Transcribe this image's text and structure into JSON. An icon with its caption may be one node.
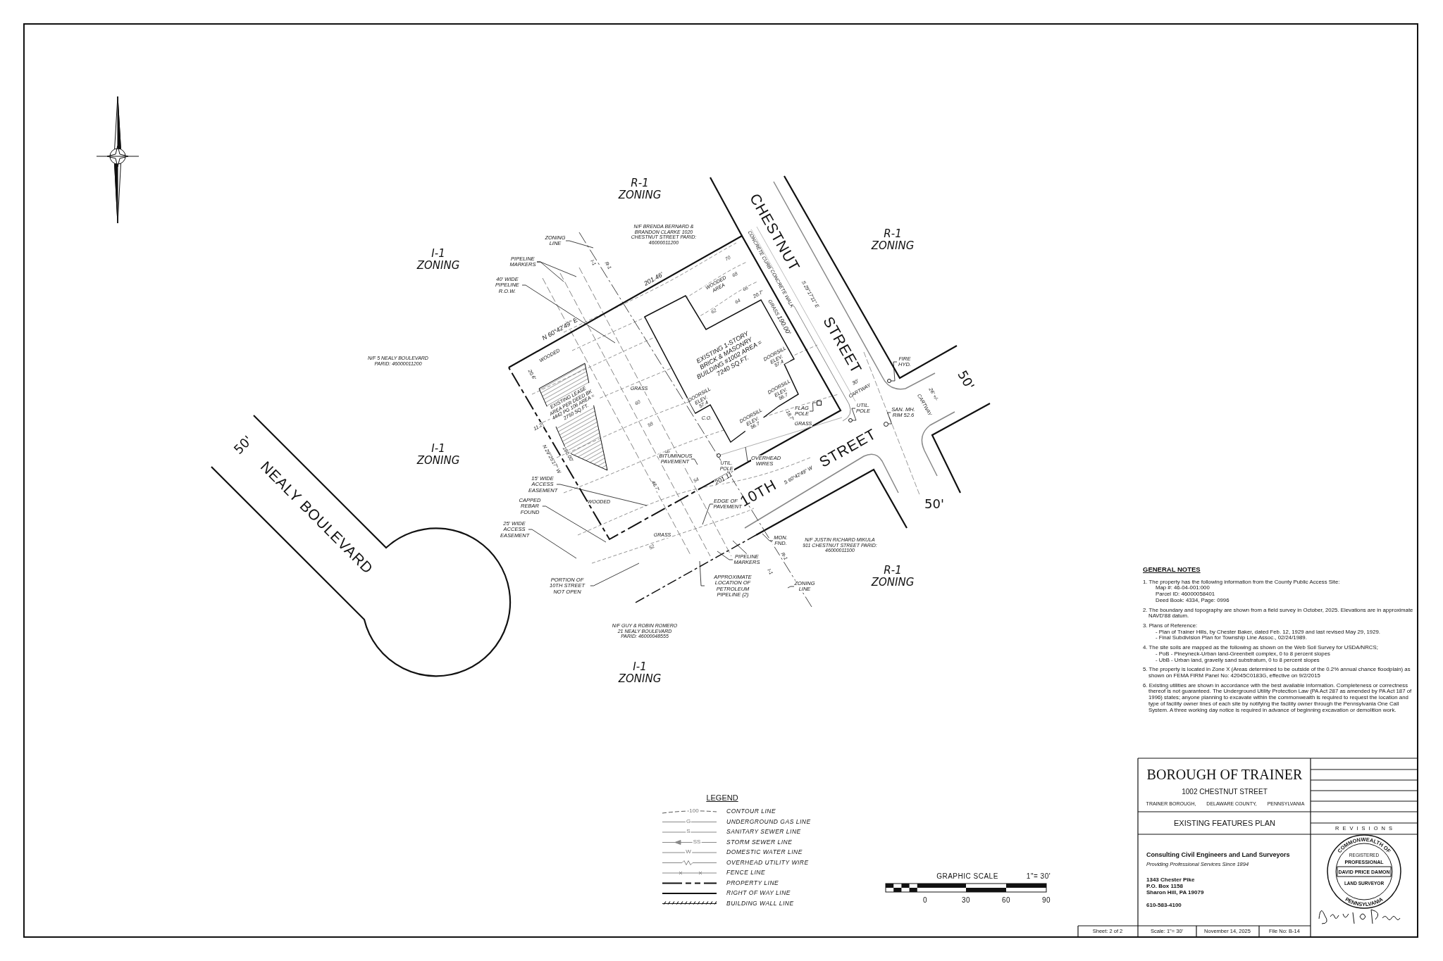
{
  "diagram": {
    "nodes": [
      {
        "text": [
          "ZONING LINE"
        ]
      },
      {
        "text": [
          "PIPELINE MARKERS"
        ]
      },
      {
        "text": [
          "40' WIDE PIPELINE R.O.W."
        ]
      },
      {
        "text": [
          "15' WIDE ACCESS EASEMENT"
        ]
      },
      {
        "text": [
          "CAPPED REBAR FOUND"
        ]
      },
      {
        "text": [
          "25' WIDE ACCESS EASEMENT"
        ]
      },
      {
        "text": [
          "PORTION OF 10TH STREET NOT OPEN"
        ]
      },
      {
        "text": [
          "EDGE OF PAVEMENT"
        ]
      },
      {
        "text": [
          "MON. FND."
        ]
      },
      {
        "text": [
          "PIPELINE MARKERS"
        ]
      },
      {
        "text": [
          "APPROXIMATE LOCATION OF PETROLEUM PIPELINE (2)"
        ]
      },
      {
        "text": [
          "ZONING LINE"
        ]
      },
      {
        "text": [
          "FIRE HYD."
        ]
      },
      {
        "text": [
          "UTIL. POLE"
        ]
      },
      {
        "text": [
          "SAN. MH. RIM 52.6"
        ]
      },
      {
        "text": [
          "FLAG POLE"
        ]
      },
      {
        "text": [
          "OVERHEAD WIRES"
        ]
      },
      {
        "text": [
          "BITUMINOUS PAVEMENT"
        ]
      },
      {
        "text": [],
        "shape": "box"
      },
      {
        "text": [],
        "shape": "circle"
      },
      {
        "text": [],
        "shape": "circle"
      },
      {
        "text": [],
        "shape": "circle"
      }
    ],
    "edges": [
      {
        "from": 0,
        "to": null,
        "arrow": "none"
      },
      {
        "from": 1,
        "to": null,
        "arrow": "none"
      },
      {
        "from": 1,
        "to": null,
        "arrow": "none"
      },
      {
        "from": 2,
        "to": null,
        "arrow": "none"
      },
      {
        "from": 3,
        "to": null,
        "arrow": "none"
      },
      {
        "from": 4,
        "to": null,
        "arrow": "none"
      },
      {
        "from": 5,
        "to": null,
        "arrow": "none"
      },
      {
        "from": 6,
        "to": null,
        "arrow": "none"
      },
      {
        "from": 7,
        "to": null,
        "arrow": "none"
      },
      {
        "from": 8,
        "to": null,
        "arrow": "none"
      },
      {
        "from": 9,
        "to": null,
        "arrow": "none"
      },
      {
        "from": 9,
        "to": null,
        "arrow": "none"
      },
      {
        "from": 10,
        "to": null,
        "arrow": "none"
      },
      {
        "from": 11,
        "to": null,
        "arrow": "none"
      },
      {
        "from": 12,
        "to": 21,
        "arrow": "none"
      },
      {
        "from": 13,
        "to": 19,
        "arrow": "none"
      },
      {
        "from": 14,
        "to": 20,
        "arrow": "none"
      },
      {
        "from": 15,
        "to": 18,
        "arrow": "none"
      },
      {
        "from": 16,
        "to": null,
        "arrow": "none"
      },
      {
        "from": 17,
        "to": null,
        "arrow": "none"
      }
    ],
    "labels": [
      "R-1 ZONING",
      "I-1 ZONING",
      "R-1 ZONING",
      "I-1 ZONING",
      "R-1 ZONING",
      "I-1 ZONING",
      "CHESTNUT",
      "S 29°17'11\" E",
      "STREET",
      "10TH",
      "S 60°42'49\" W",
      "STREET",
      "NEALY BOULEVARD",
      "50'",
      "50'",
      "50'",
      "N/F BRENDA BERNARD & BRANDON CLARKE 1020 CHESTNUT STREET PARID: 46000011200",
      "N/F 5 NEALY BOULEVARD PARID: 46000011200",
      "N/F JUSTIN RICHARD MIKULA 911 CHESTNUT STREET PARID: 46000011100",
      "N/F GUY & ROBIN ROMERO 21 NEALY BOULEVARD PARID: 46000048555",
      "201.46'",
      "N 60°42'49\" E",
      "190.00'",
      "160.00'",
      "N 29°25'17\" W",
      "201.11'",
      "20.7'",
      "20.6'",
      "11.2'",
      "18.7'",
      "46.7'",
      "30'",
      "CARTWAY",
      "26' +/-",
      "CARTWAY",
      "EXISTING 1-STORY BRICK & MASONRY BUILDING #1002 AREA = 7240 SQ.FT.",
      "EXISTING LEASE AREA PER DEED BK 4442 PG 106 AREA = 2750 SQ.FT.",
      "WOODED AREA",
      "WOODED",
      "WOODED",
      "GRASS",
      "GRASS",
      "GRASS",
      "GRASS",
      "DOORSILL ELEV. 57.4",
      "DOORSILL ELEV. 57.4",
      "DOORSILL ELEV. 56.7",
      "DOORSILL ELEV. 56.7",
      "C.O.",
      "CONCRETE CURB",
      "CONCRETE WALK",
      "UTIL. POLE",
      "70",
      "68",
      "66",
      "64",
      "62",
      "60",
      "58",
      "56",
      "54",
      "52",
      "I-1",
      "R-1",
      "I-1",
      "R-1",
      "LEGEND",
      "100",
      "G",
      "S",
      "SS",
      "W",
      "GRAPHIC SCALE",
      "1\"= 30'",
      "0",
      "30",
      "60",
      "90",
      "GENERAL NOTES",
      "1. The property has the following information from the County Public Access Site:",
      "Map #: 46-04-001:000",
      "Parcel ID: 46000058401",
      "Deed Book: 4334, Page: 0996",
      "2. The boundary and topography are shown from a field survey in October, 2025. Elevations are in approximate NAVD'88 datum.",
      "3. Plans of Reference:",
      "- Plan of Trainer Hills, by Chester Baker, dated Feb. 12, 1929 and last revised May 29, 1929.",
      "- Final Subdivision Plan for Township Line Assoc., 02/24/1989.",
      "4. The site soils are mapped as the following as shown on the Web Soil Survey for USDA/NRCS;",
      "- PoB - Pineyneck-Urban land-Greenbelt complex, 0 to 8 percent slopes",
      "- UbB - Urban land, gravelly sand substratum, 0 to 8 percent slopes",
      "5. The property is located in Zone X (Areas determined to be outside of the 0.2% annual chance floodplain) as shown on FEMA FIRM Panel No: 42045C0183G, effective on 9/2/2015",
      "6. Existing utilities are shown in accordance with the best available information. Completeness or correctness thereof is not guaranteed. The Underground Utility Protection Law (PA Act 287 as amended by PA Act 187 of 1996) states; anyone planning to excavate within the commonwealth is required to request the location and type of facility owner lines of each site by notifying the facility owner through the Pennsylvania One Call System. A three working day notice is required in advance of beginning excavation or demolition work.",
      "BOROUGH OF TRAINER",
      "1002 CHESTNUT STREET",
      "TRAINER BOROUGH,",
      "DELAWARE COUNTY,",
      "PENNSYLVANIA",
      "EXISTING FEATURES PLAN",
      "REVISIONS",
      "Consulting Civil Engineers and Land Surveyors",
      "Providing Professional Services Since 1894",
      "1343 Chester Pike",
      "P.O. Box 1158",
      "Sharon Hill, PA 19079",
      "610-583-4100",
      "Sheet: 2 of 2",
      "Scale: 1\"= 30'",
      "November 14, 2025",
      "File No: B-14",
      "COMMONWEALTH OF",
      "PENNSYLVANIA",
      "REGISTERED",
      "PROFESSIONAL",
      "DAVID PRICE DAMON",
      "LAND SURVEYOR"
    ],
    "legend": [
      {
        "text": "CONTOUR LINE"
      },
      {
        "text": "UNDERGROUND GAS LINE"
      },
      {
        "text": "SANITARY SEWER LINE"
      },
      {
        "text": "STORM SEWER LINE"
      },
      {
        "text": "DOMESTIC WATER LINE"
      },
      {
        "text": "OVERHEAD UTILITY WIRE"
      },
      {
        "text": "FENCE LINE"
      },
      {
        "text": "PROPERTY LINE"
      },
      {
        "text": "RIGHT OF WAY LINE"
      },
      {
        "text": "BUILDING WALL LINE"
      }
    ]
  }
}
